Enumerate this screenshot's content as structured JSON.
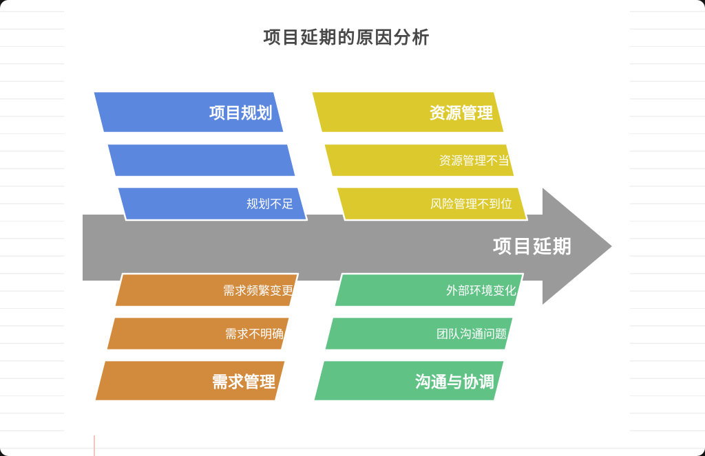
{
  "title": "项目延期的原因分析",
  "arrow": {
    "label": "项目延期"
  },
  "colors": {
    "planning": "#5c87de",
    "resources": "#dcc92d",
    "requirements": "#d28a3d",
    "communication": "#61c286",
    "arrow": "#9a9a9a"
  },
  "groups": {
    "planning": {
      "header": "项目规划",
      "rows": [
        "",
        "规划不足"
      ]
    },
    "resources": {
      "header": "资源管理",
      "rows": [
        "资源管理不当",
        "风险管理不到位"
      ]
    },
    "requirements": {
      "header": "需求管理",
      "rows": [
        "需求频繁变更",
        "需求不明确"
      ]
    },
    "communication": {
      "header": "沟通与协调",
      "rows": [
        "外部环境变化",
        "团队沟通问题"
      ]
    }
  }
}
